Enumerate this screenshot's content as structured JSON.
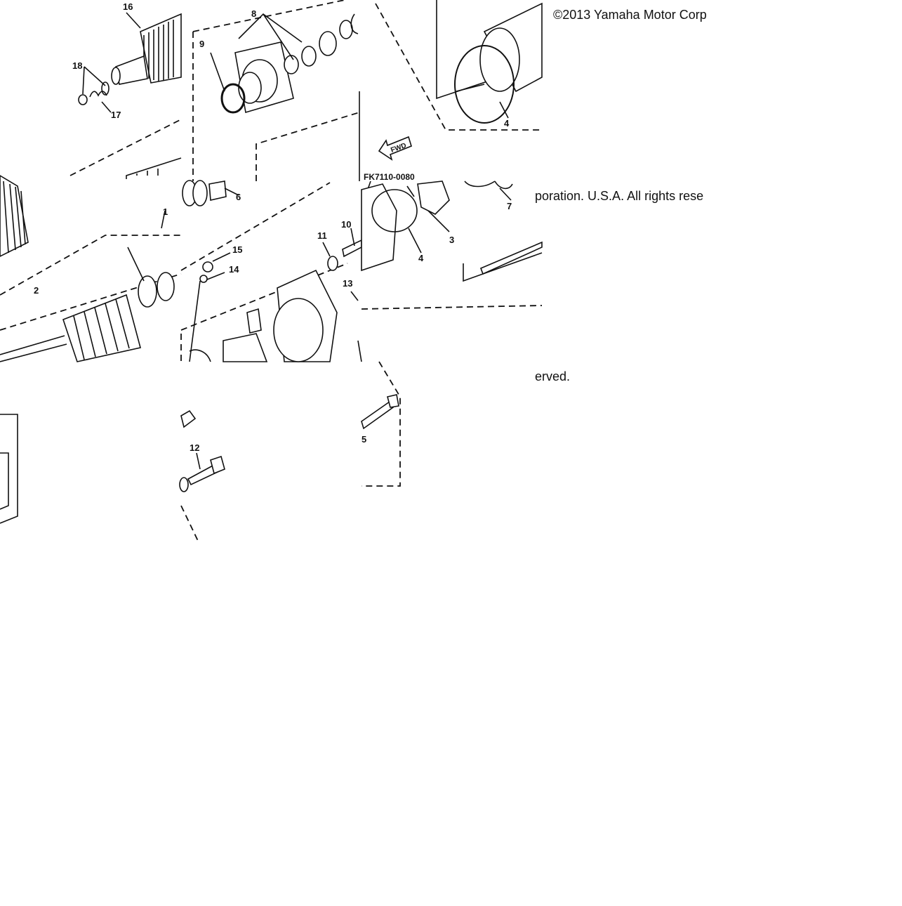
{
  "copyright": {
    "line1": "©2013 Yamaha Motor Corp",
    "line2": "poration. U.S.A. All rights rese",
    "line3": "erved."
  },
  "part_numbers": {
    "armature_assy": "1",
    "armature": "2",
    "brush_holder": "3",
    "o_ring_yoke": "4",
    "through_bolt": "5",
    "bearing": "6",
    "washer_set": "7",
    "shim_set": "8",
    "o_ring_cover": "9",
    "stud": "10",
    "washer": "11",
    "bolt": "12",
    "terminal": "13",
    "washer_spring": "14",
    "nut": "15",
    "clutch": "16",
    "spring": "17",
    "circlip": "18"
  },
  "ref_code": "FK7110-0080",
  "fwd_label": "FWD"
}
